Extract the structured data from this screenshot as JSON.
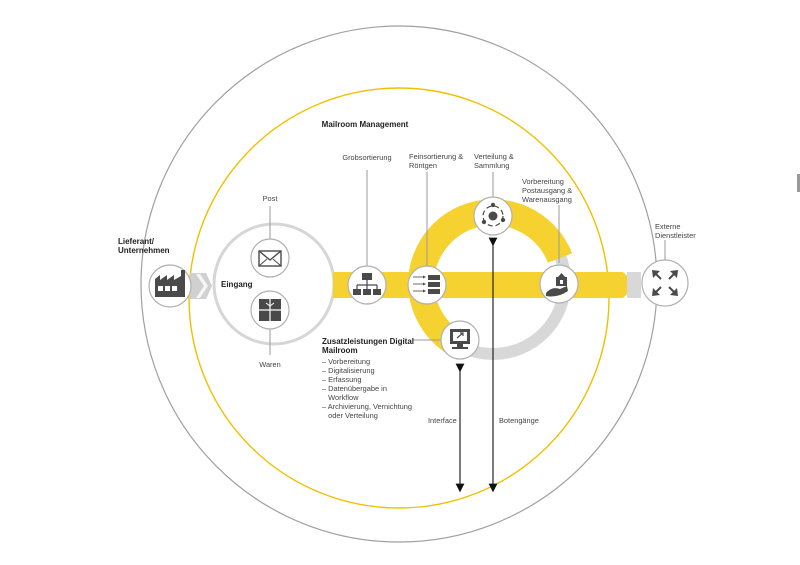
{
  "diagram": {
    "title": "Mailroom Management",
    "supplier": [
      "Lieferant/",
      "Unternehmen"
    ],
    "eingang": "Eingang",
    "post": "Post",
    "waren": "Waren",
    "grobsortierung": "Grobsortierung",
    "feinsortierung": [
      "Feinsortierung &",
      "Röntgen"
    ],
    "verteilung": [
      "Verteilung &",
      "Sammlung"
    ],
    "vorbereitung": [
      "Vorbereitung",
      "Postausgang &",
      "Warenausgang"
    ],
    "extern": [
      "Externe",
      "Dienstleister"
    ],
    "digital_title": [
      "Zusatzleistungen Digital",
      "Mailroom"
    ],
    "digital_items": [
      "– Vorbereitung",
      "– Digitalisierung",
      "– Erfassung",
      "– Datenübergabe in",
      "   Workflow",
      "– Archivierung, Vernichtung",
      "   oder Verteilung"
    ],
    "interface": "Interface",
    "botengaenge": "Botengänge"
  },
  "colors": {
    "accent": "#f6d230",
    "accent_line": "#f0c000",
    "ring_gray": "#d8d8d8",
    "outline_gray": "#9e9e9e",
    "icon": "#4a4a4a"
  },
  "icons": {
    "supplier": "factory-icon",
    "post": "envelope-icon",
    "waren": "package-icon",
    "grobsortierung": "hierarchy-icon",
    "feinsortierung": "sorting-shelf-icon",
    "verteilung": "distribution-cycle-icon",
    "vorbereitung": "outgoing-package-icon",
    "extern": "expand-arrows-icon",
    "digital": "computer-monitor-icon"
  }
}
